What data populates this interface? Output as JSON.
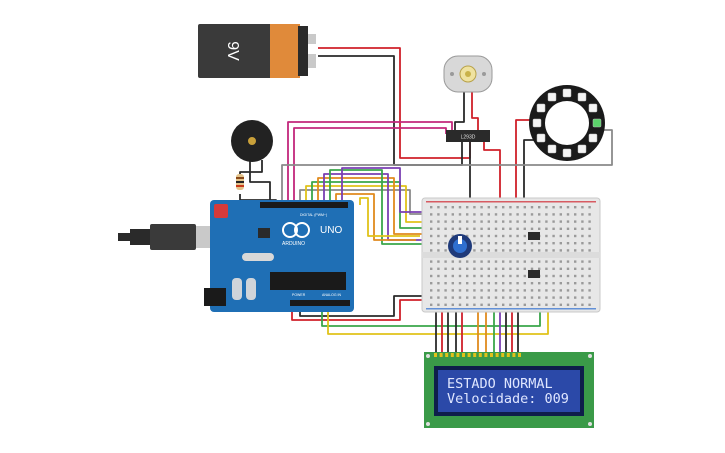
{
  "battery": {
    "label": "9V"
  },
  "arduino": {
    "logo": "UNO",
    "brand": "ARDUINO",
    "digital_label": "DIGITAL (PWM~)",
    "power_label": "POWER",
    "analog_label": "ANALOG IN"
  },
  "driver": {
    "label": "L293D"
  },
  "lcd": {
    "line1": "ESTADO NORMAL",
    "line2": "Velocidade: 009"
  },
  "colors": {
    "wire_red": "#d0202a",
    "wire_black": "#2a2a2a",
    "wire_magenta": "#c2277c",
    "wire_green": "#3aa64a",
    "wire_orange": "#e08a1e",
    "wire_yellow": "#e0c21a",
    "wire_purple": "#7a3fb2",
    "wire_gray": "#8a8a8a",
    "board_blue": "#1f6fb5",
    "lcd_green": "#3a9a48",
    "lcd_screen": "#2b49a8",
    "lcd_text": "#dfe6ff"
  },
  "icons": [
    "battery-icon",
    "dc-motor-icon",
    "neopixel-ring-icon",
    "buzzer-icon",
    "potentiometer-icon",
    "usb-cable-icon",
    "arduino-board-icon",
    "lcd-display-icon"
  ]
}
